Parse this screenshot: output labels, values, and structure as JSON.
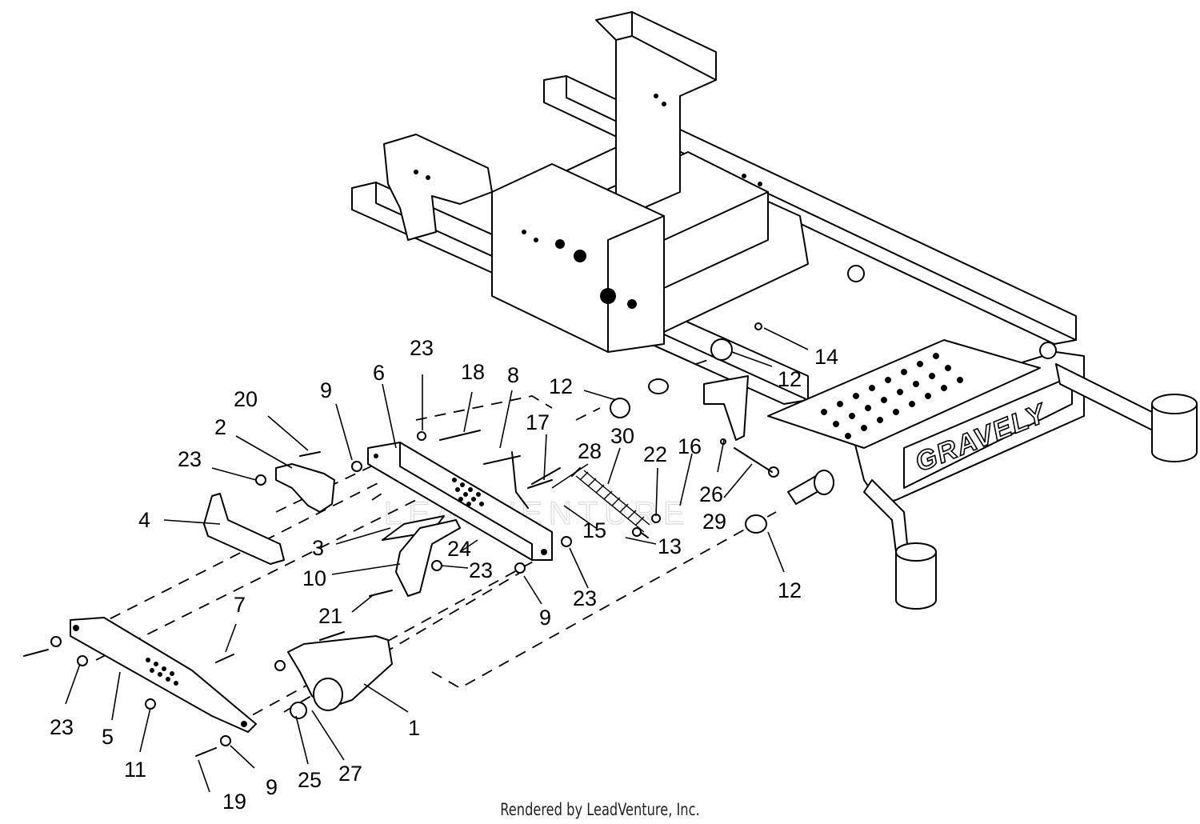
{
  "brand_mark": "GRAVELY",
  "watermark": "LEADVENTURE",
  "footer_text": "Rendered by LeadVenture, Inc.",
  "callouts": [
    {
      "id": "c23a",
      "text": "23"
    },
    {
      "id": "c18",
      "text": "18"
    },
    {
      "id": "c8",
      "text": "8"
    },
    {
      "id": "c12a",
      "text": "12"
    },
    {
      "id": "c14",
      "text": "14"
    },
    {
      "id": "c12b",
      "text": "12"
    },
    {
      "id": "c6",
      "text": "6"
    },
    {
      "id": "c9a",
      "text": "9"
    },
    {
      "id": "c20",
      "text": "20"
    },
    {
      "id": "c2",
      "text": "2"
    },
    {
      "id": "c23b",
      "text": "23"
    },
    {
      "id": "c17",
      "text": "17"
    },
    {
      "id": "c28",
      "text": "28"
    },
    {
      "id": "c30",
      "text": "30"
    },
    {
      "id": "c22",
      "text": "22"
    },
    {
      "id": "c16",
      "text": "16"
    },
    {
      "id": "c4",
      "text": "4"
    },
    {
      "id": "c26",
      "text": "26"
    },
    {
      "id": "c29",
      "text": "29"
    },
    {
      "id": "c15",
      "text": "15"
    },
    {
      "id": "c3",
      "text": "3"
    },
    {
      "id": "c24",
      "text": "24"
    },
    {
      "id": "c13",
      "text": "13"
    },
    {
      "id": "c10",
      "text": "10"
    },
    {
      "id": "c23c",
      "text": "23"
    },
    {
      "id": "c12c",
      "text": "12"
    },
    {
      "id": "c23d",
      "text": "23"
    },
    {
      "id": "c21",
      "text": "21"
    },
    {
      "id": "c9b",
      "text": "9"
    },
    {
      "id": "c7",
      "text": "7"
    },
    {
      "id": "c1",
      "text": "1"
    },
    {
      "id": "c23e",
      "text": "23"
    },
    {
      "id": "c5",
      "text": "5"
    },
    {
      "id": "c11",
      "text": "11"
    },
    {
      "id": "c27",
      "text": "27"
    },
    {
      "id": "c25",
      "text": "25"
    },
    {
      "id": "c9c",
      "text": "9"
    },
    {
      "id": "c19",
      "text": "19"
    }
  ]
}
